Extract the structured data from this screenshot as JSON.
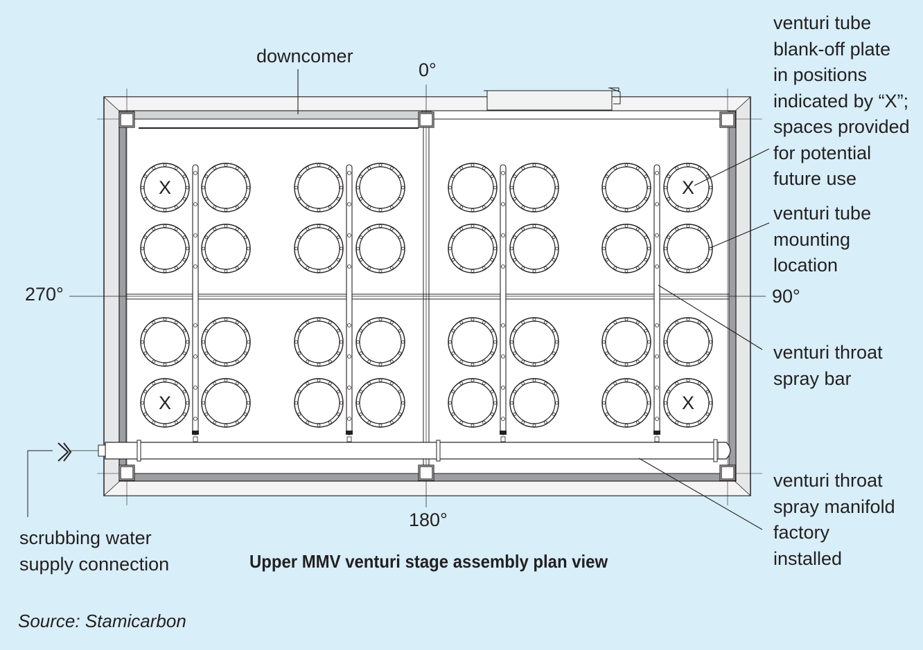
{
  "labels": {
    "downcomer": "downcomer",
    "deg0": "0°",
    "deg90": "90°",
    "deg180": "180°",
    "deg270": "270°",
    "blankoff": [
      "venturi tube",
      "blank-off plate",
      "in positions",
      "indicated by “X”;",
      "spaces provided",
      "for potential",
      "future use"
    ],
    "mounting": [
      "venturi tube",
      "mounting",
      "location"
    ],
    "spraybar": [
      "venturi throat",
      "spray bar"
    ],
    "manifold": [
      "venturi throat",
      "spray manifold",
      "factory",
      "installed"
    ],
    "scrubbing": [
      "scrubbing water",
      "supply connection"
    ],
    "blank_marker": "X"
  },
  "title": "Upper MMV venturi stage assembly plan view",
  "source": "Source: Stamicarbon",
  "colors": {
    "background": "#d8eef8",
    "panel": "#ffffff",
    "ink": "#231f20",
    "frame": "#e6e7e8"
  }
}
